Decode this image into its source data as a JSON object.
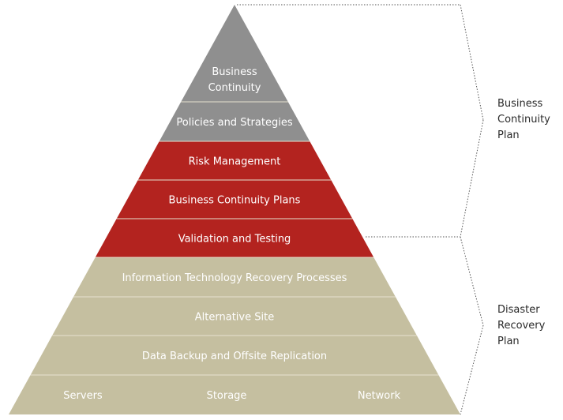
{
  "colors": {
    "gray": "#8f8f8f",
    "red": "#b3231f",
    "tan": "#c5bfa0",
    "text_light": "#ffffff",
    "separator": "#e6e1cf",
    "bracket": "#555555",
    "label_text": "#2a2a2a"
  },
  "pyramid": {
    "layers": [
      {
        "lines": [
          "Business",
          "Continuity"
        ],
        "color": "gray"
      },
      {
        "lines": [
          "Policies and Strategies"
        ],
        "color": "gray"
      },
      {
        "lines": [
          "Risk Management"
        ],
        "color": "red"
      },
      {
        "lines": [
          "Business Continuity Plans"
        ],
        "color": "red"
      },
      {
        "lines": [
          "Validation and Testing"
        ],
        "color": "red"
      },
      {
        "lines": [
          "Information Technology Recovery Processes"
        ],
        "color": "tan"
      },
      {
        "lines": [
          "Alternative Site"
        ],
        "color": "tan"
      },
      {
        "lines": [
          "Data Backup and Offsite Replication"
        ],
        "color": "tan"
      },
      {
        "lines": [
          "Servers",
          "Storage",
          "Network"
        ],
        "color": "tan",
        "split": true
      }
    ]
  },
  "brackets": {
    "business_continuity_plan": {
      "lines": [
        "Business",
        "Continuity",
        "Plan"
      ]
    },
    "disaster_recovery_plan": {
      "lines": [
        "Disaster",
        "Recovery",
        "Plan"
      ]
    }
  }
}
